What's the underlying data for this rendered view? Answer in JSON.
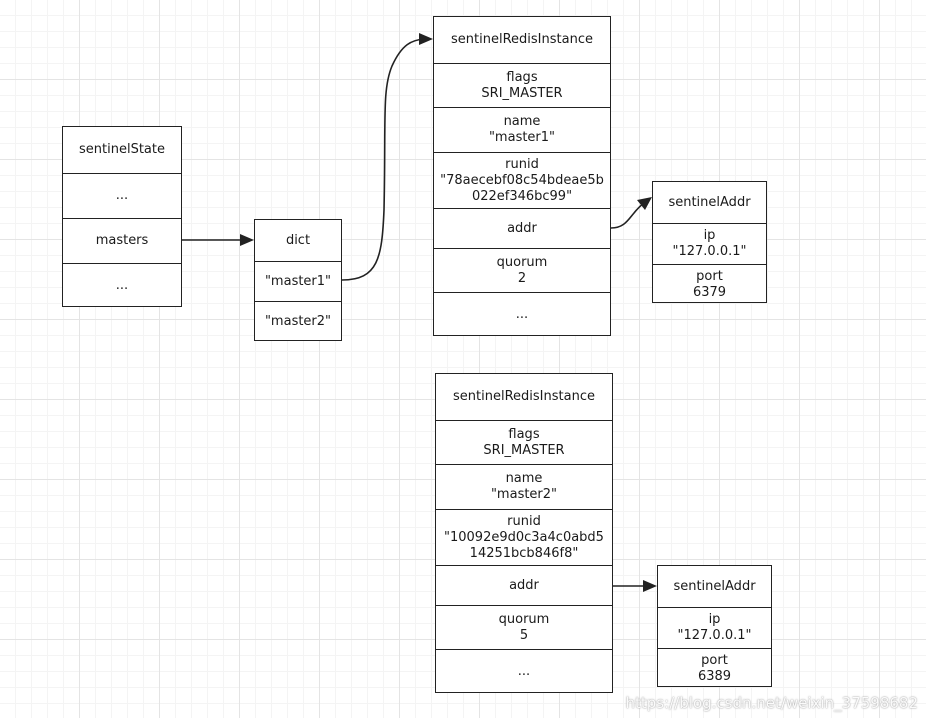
{
  "structs": [
    {
      "name": "sentinelState",
      "cells": [
        [
          "sentinelState"
        ],
        [
          "..."
        ],
        [
          "masters"
        ],
        [
          "..."
        ]
      ]
    },
    {
      "name": "dict",
      "cells": [
        [
          "dict"
        ],
        [
          "\"master1\""
        ],
        [
          "\"master2\""
        ]
      ]
    },
    {
      "name": "master1-instance",
      "cells": [
        [
          "sentinelRedisInstance"
        ],
        [
          "flags",
          "SRI_MASTER"
        ],
        [
          "name",
          "\"master1\""
        ],
        [
          "runid",
          "\"78aecebf08c54bdeae5b",
          "022ef346bc99\""
        ],
        [
          "addr"
        ],
        [
          "quorum",
          "2"
        ],
        [
          "..."
        ]
      ]
    },
    {
      "name": "master1-addr",
      "cells": [
        [
          "sentinelAddr"
        ],
        [
          "ip",
          "\"127.0.0.1\""
        ],
        [
          "port",
          "6379"
        ]
      ]
    },
    {
      "name": "master2-instance",
      "cells": [
        [
          "sentinelRedisInstance"
        ],
        [
          "flags",
          "SRI_MASTER"
        ],
        [
          "name",
          "\"master2\""
        ],
        [
          "runid",
          "\"10092e9d0c3a4c0abd5",
          "14251bcb846f8\""
        ],
        [
          "addr"
        ],
        [
          "quorum",
          "5"
        ],
        [
          "..."
        ]
      ]
    },
    {
      "name": "master2-addr",
      "cells": [
        [
          "sentinelAddr"
        ],
        [
          "ip",
          "\"127.0.0.1\""
        ],
        [
          "port",
          "6389"
        ]
      ]
    }
  ],
  "watermark": "https://blog.csdn.net/weixin_37598682",
  "colors": {
    "stroke": "#222222",
    "grid": "#e4e4e4",
    "background": "#ffffff"
  }
}
